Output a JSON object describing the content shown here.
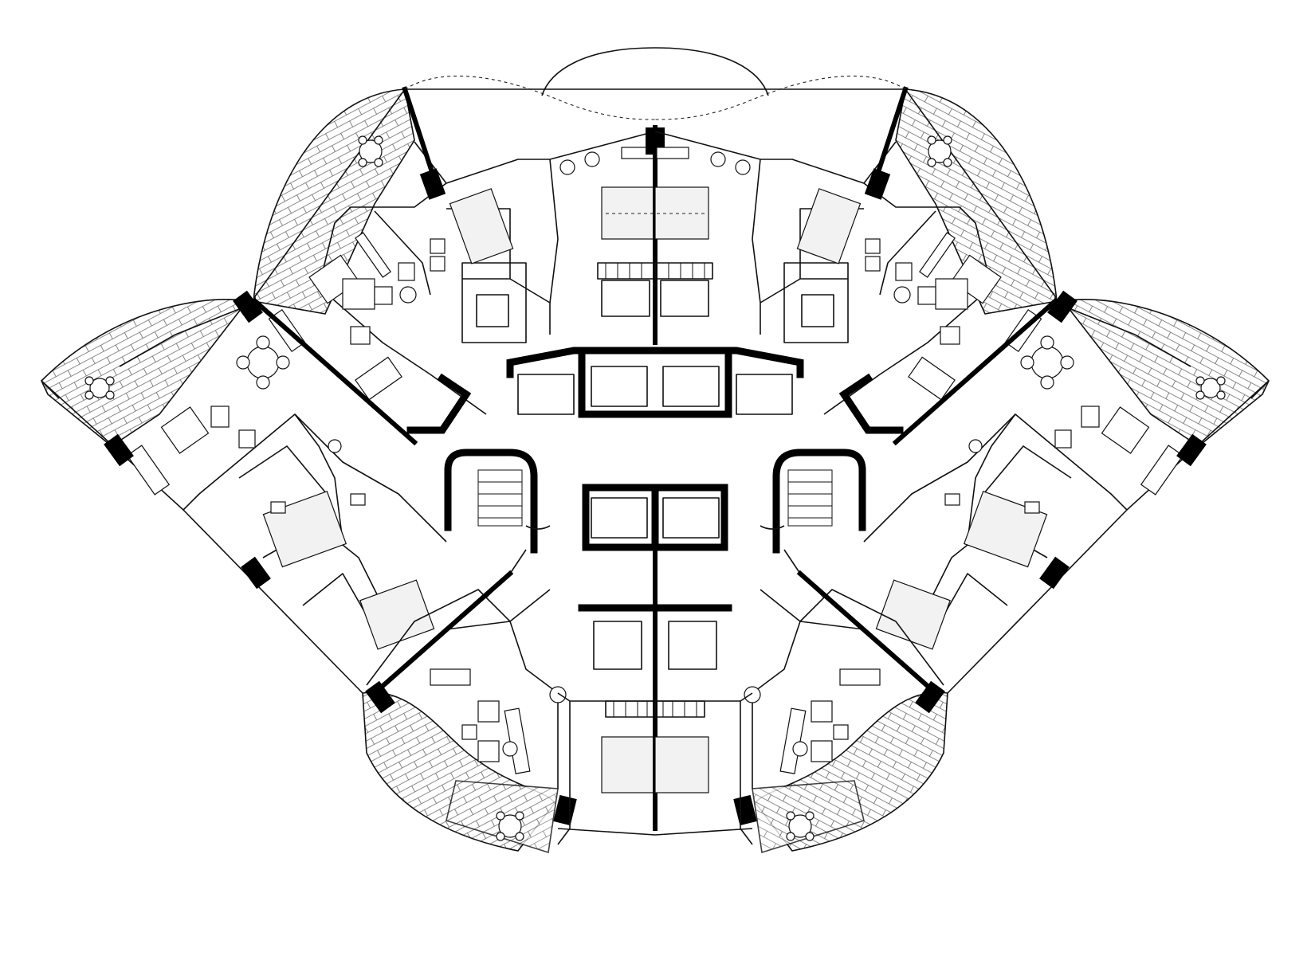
{
  "drawing": {
    "type": "architectural-floor-plan",
    "symmetry": "mirrored-about-vertical-axis",
    "background_color": "#ffffff",
    "line_color": "#000000",
    "balcony_paving": "hatched",
    "labels": []
  }
}
